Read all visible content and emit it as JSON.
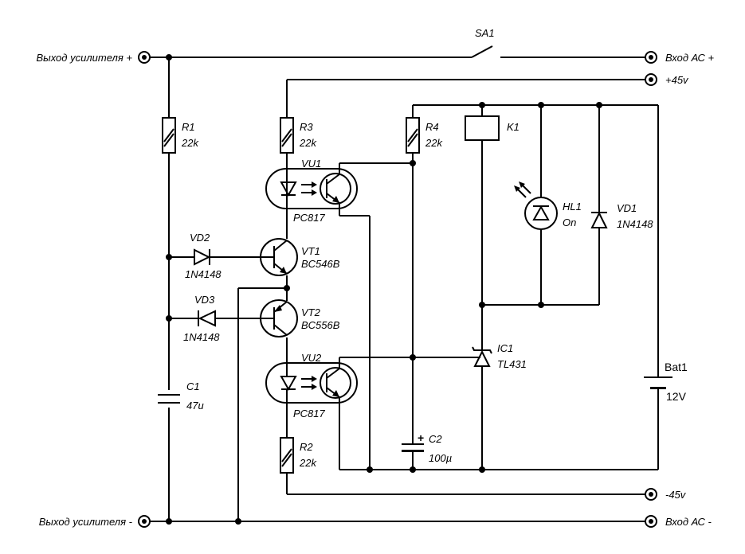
{
  "terminals": {
    "amp_out_plus": "Выход усилителя +",
    "amp_out_minus": "Выход усилителя -",
    "ac_in_plus": "Вход АС +",
    "ac_in_minus": "Вход АС -",
    "plus45": "+45v",
    "minus45": "-45v"
  },
  "components": {
    "sa1": {
      "ref": "SA1"
    },
    "r1": {
      "ref": "R1",
      "value": "22k"
    },
    "r2": {
      "ref": "R2",
      "value": "22k"
    },
    "r3": {
      "ref": "R3",
      "value": "22k"
    },
    "r4": {
      "ref": "R4",
      "value": "22k"
    },
    "vu1": {
      "ref": "VU1",
      "value": "PC817"
    },
    "vu2": {
      "ref": "VU2",
      "value": "PC817"
    },
    "vt1": {
      "ref": "VT1",
      "value": "BC546B"
    },
    "vt2": {
      "ref": "VT2",
      "value": "BC556B"
    },
    "vd1": {
      "ref": "VD1",
      "value": "1N4148"
    },
    "vd2": {
      "ref": "VD2",
      "value": "1N4148"
    },
    "vd3": {
      "ref": "VD3",
      "value": "1N4148"
    },
    "c1": {
      "ref": "C1",
      "value": "47u"
    },
    "c2": {
      "ref": "C2",
      "value": "100µ"
    },
    "k1": {
      "ref": "K1"
    },
    "hl1": {
      "ref": "HL1",
      "value": "On"
    },
    "ic1": {
      "ref": "IC1",
      "value": "TL431"
    },
    "bat1": {
      "ref": "Bat1",
      "value": "12V"
    }
  }
}
